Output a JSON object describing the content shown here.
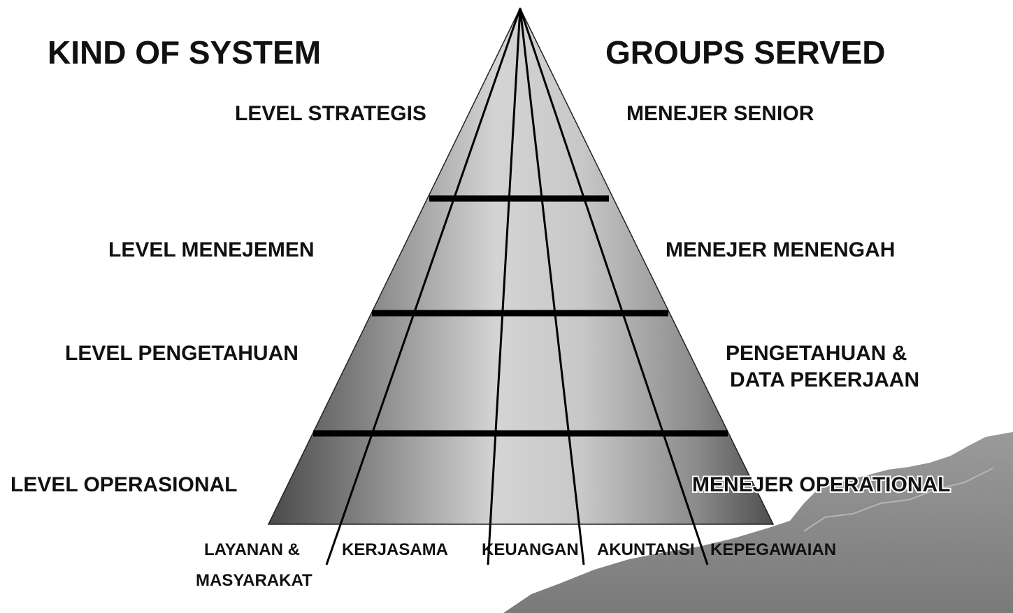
{
  "headers": {
    "left": "KIND OF SYSTEM",
    "right": "GROUPS SERVED"
  },
  "levels": [
    "LEVEL STRATEGIS",
    "LEVEL MENEJEMEN",
    "LEVEL PENGETAHUAN",
    "LEVEL OPERASIONAL"
  ],
  "groups": [
    [
      "MENEJER SENIOR"
    ],
    [
      "MENEJER MENENGAH"
    ],
    [
      "PENGETAHUAN &",
      "DATA PEKERJAAN"
    ],
    [
      "MENEJER OPERATIONAL"
    ]
  ],
  "departments": [
    [
      "LAYANAN &",
      "MASYARAKAT"
    ],
    [
      "KERJASAMA"
    ],
    [
      "KEUANGAN"
    ],
    [
      "AKUNTANSI"
    ],
    [
      "KEPEGAWAIAN"
    ]
  ],
  "colors": {
    "pyramid_dark": "#5a5a5a",
    "pyramid_light": "#cfcfcf",
    "lines": "#000000",
    "mountain": "#8a8a8a"
  }
}
